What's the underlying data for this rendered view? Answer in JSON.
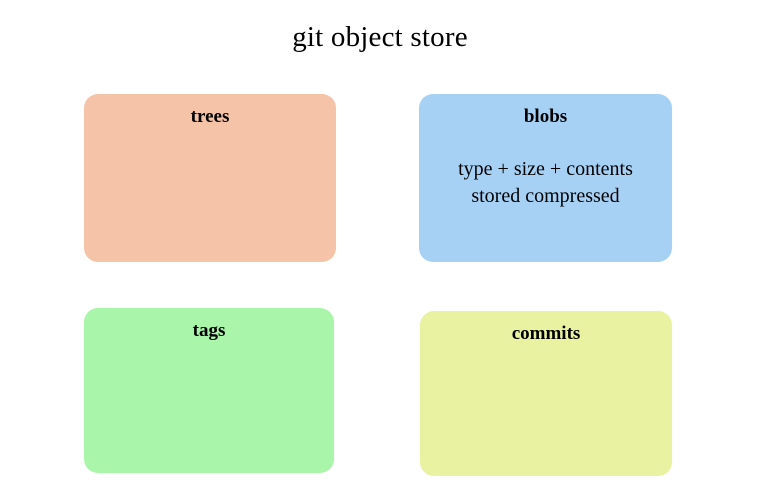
{
  "page": {
    "title": "git object store",
    "background_color": "#ffffff",
    "text_color": "#000000"
  },
  "boxes": [
    {
      "id": "trees",
      "label": "trees",
      "color": "#f5c3a8",
      "body_lines": []
    },
    {
      "id": "blobs",
      "label": "blobs",
      "color": "#a6d1f5",
      "body_lines": [
        "type + size + contents",
        "stored compressed"
      ]
    },
    {
      "id": "tags",
      "label": "tags",
      "color": "#a9f5a9",
      "body_lines": []
    },
    {
      "id": "commits",
      "label": "commits",
      "color": "#e8f2a0",
      "body_lines": []
    }
  ]
}
